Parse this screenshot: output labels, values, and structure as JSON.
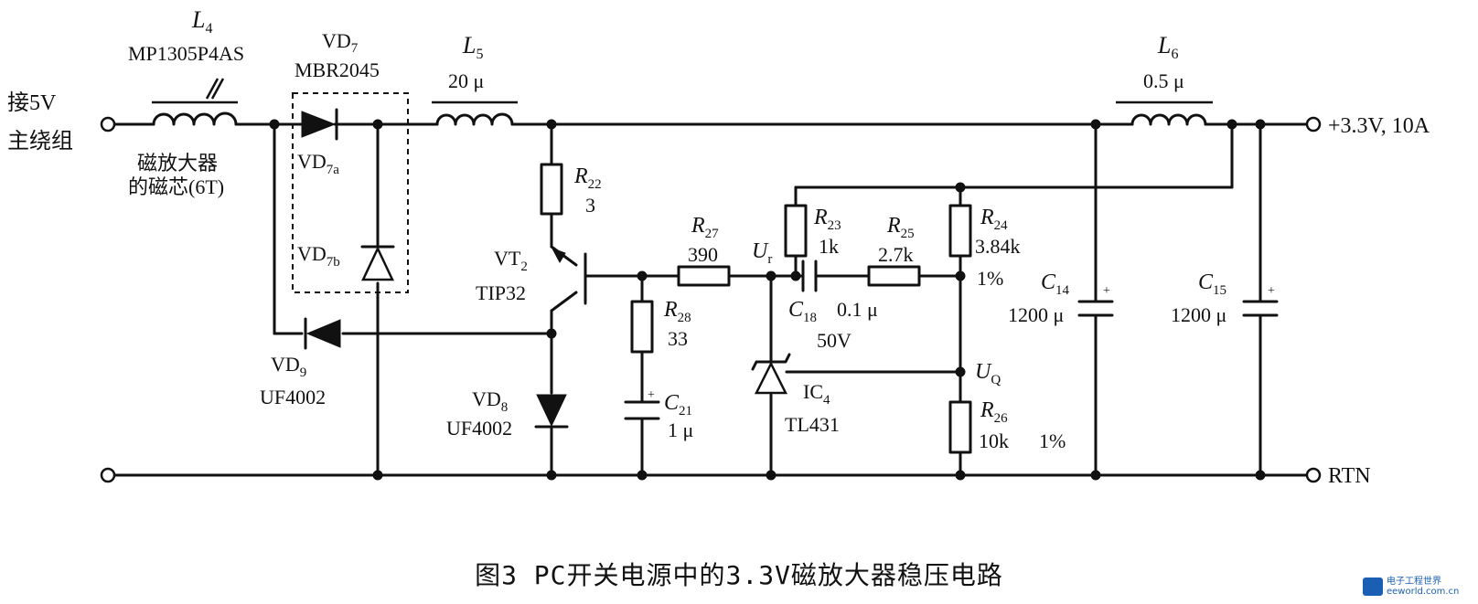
{
  "terminals": {
    "input": "接5V\n主绕组",
    "output": "+3.3V, 10A",
    "return": "RTN"
  },
  "components": {
    "L4": {
      "ref": "L",
      "sub": "4",
      "part": "MP1305P4AS",
      "note1": "磁放大器",
      "note2": "的磁芯(6T)"
    },
    "VD7": {
      "ref": "VD",
      "sub": "7",
      "part": "MBR2045",
      "a_ref": "VD",
      "a_sub": "7a",
      "b_ref": "VD",
      "b_sub": "7b"
    },
    "L5": {
      "ref": "L",
      "sub": "5",
      "value": "20 μ"
    },
    "L6": {
      "ref": "L",
      "sub": "6",
      "value": "0.5 μ"
    },
    "R22": {
      "ref": "R",
      "sub": "22",
      "value": "3"
    },
    "VT2": {
      "ref": "VT",
      "sub": "2",
      "part": "TIP32"
    },
    "R27": {
      "ref": "R",
      "sub": "27",
      "value": "390"
    },
    "Ur": {
      "ref": "U",
      "sub": "r"
    },
    "R23": {
      "ref": "R",
      "sub": "23",
      "value": "1k"
    },
    "R25": {
      "ref": "R",
      "sub": "25",
      "value": "2.7k"
    },
    "R24": {
      "ref": "R",
      "sub": "24",
      "value": "3.84k",
      "tol": "1%"
    },
    "C18": {
      "ref": "C",
      "sub": "18",
      "value": "0.1 μ",
      "volt": "50V"
    },
    "R28": {
      "ref": "R",
      "sub": "28",
      "value": "33"
    },
    "VD9": {
      "ref": "VD",
      "sub": "9",
      "part": "UF4002"
    },
    "VD8": {
      "ref": "VD",
      "sub": "8",
      "part": "UF4002"
    },
    "C21": {
      "ref": "C",
      "sub": "21",
      "value": "1 μ"
    },
    "IC4": {
      "ref": "IC",
      "sub": "4",
      "part": "TL431"
    },
    "UQ": {
      "ref": "U",
      "sub": "Q"
    },
    "R26": {
      "ref": "R",
      "sub": "26",
      "value": "10k",
      "tol": "1%"
    },
    "C14": {
      "ref": "C",
      "sub": "14",
      "value": "1200 μ"
    },
    "C15": {
      "ref": "C",
      "sub": "15",
      "value": "1200 μ"
    }
  },
  "caption": "图3  PC开关电源中的3.3V磁放大器稳压电路",
  "watermark": {
    "line1": "电子工程世界",
    "line2": "eeworld.com.cn"
  }
}
